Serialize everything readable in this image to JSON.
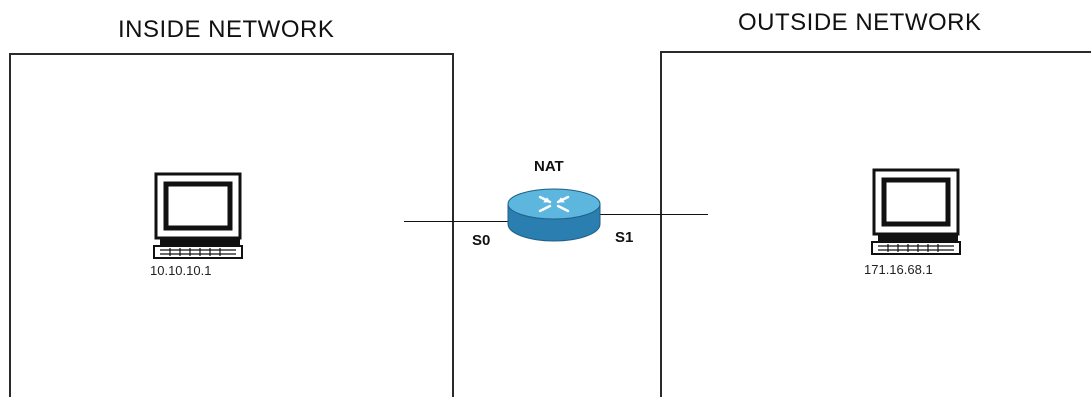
{
  "inside_network": {
    "title": "INSIDE NETWORK",
    "host_ip": "10.10.10.1"
  },
  "outside_network": {
    "title": "OUTSIDE NETWORK",
    "host_ip": "171.16.68.1"
  },
  "router": {
    "label": "NAT",
    "interface_inside": "S0",
    "interface_outside": "S1",
    "color": "#3b9cc8"
  }
}
